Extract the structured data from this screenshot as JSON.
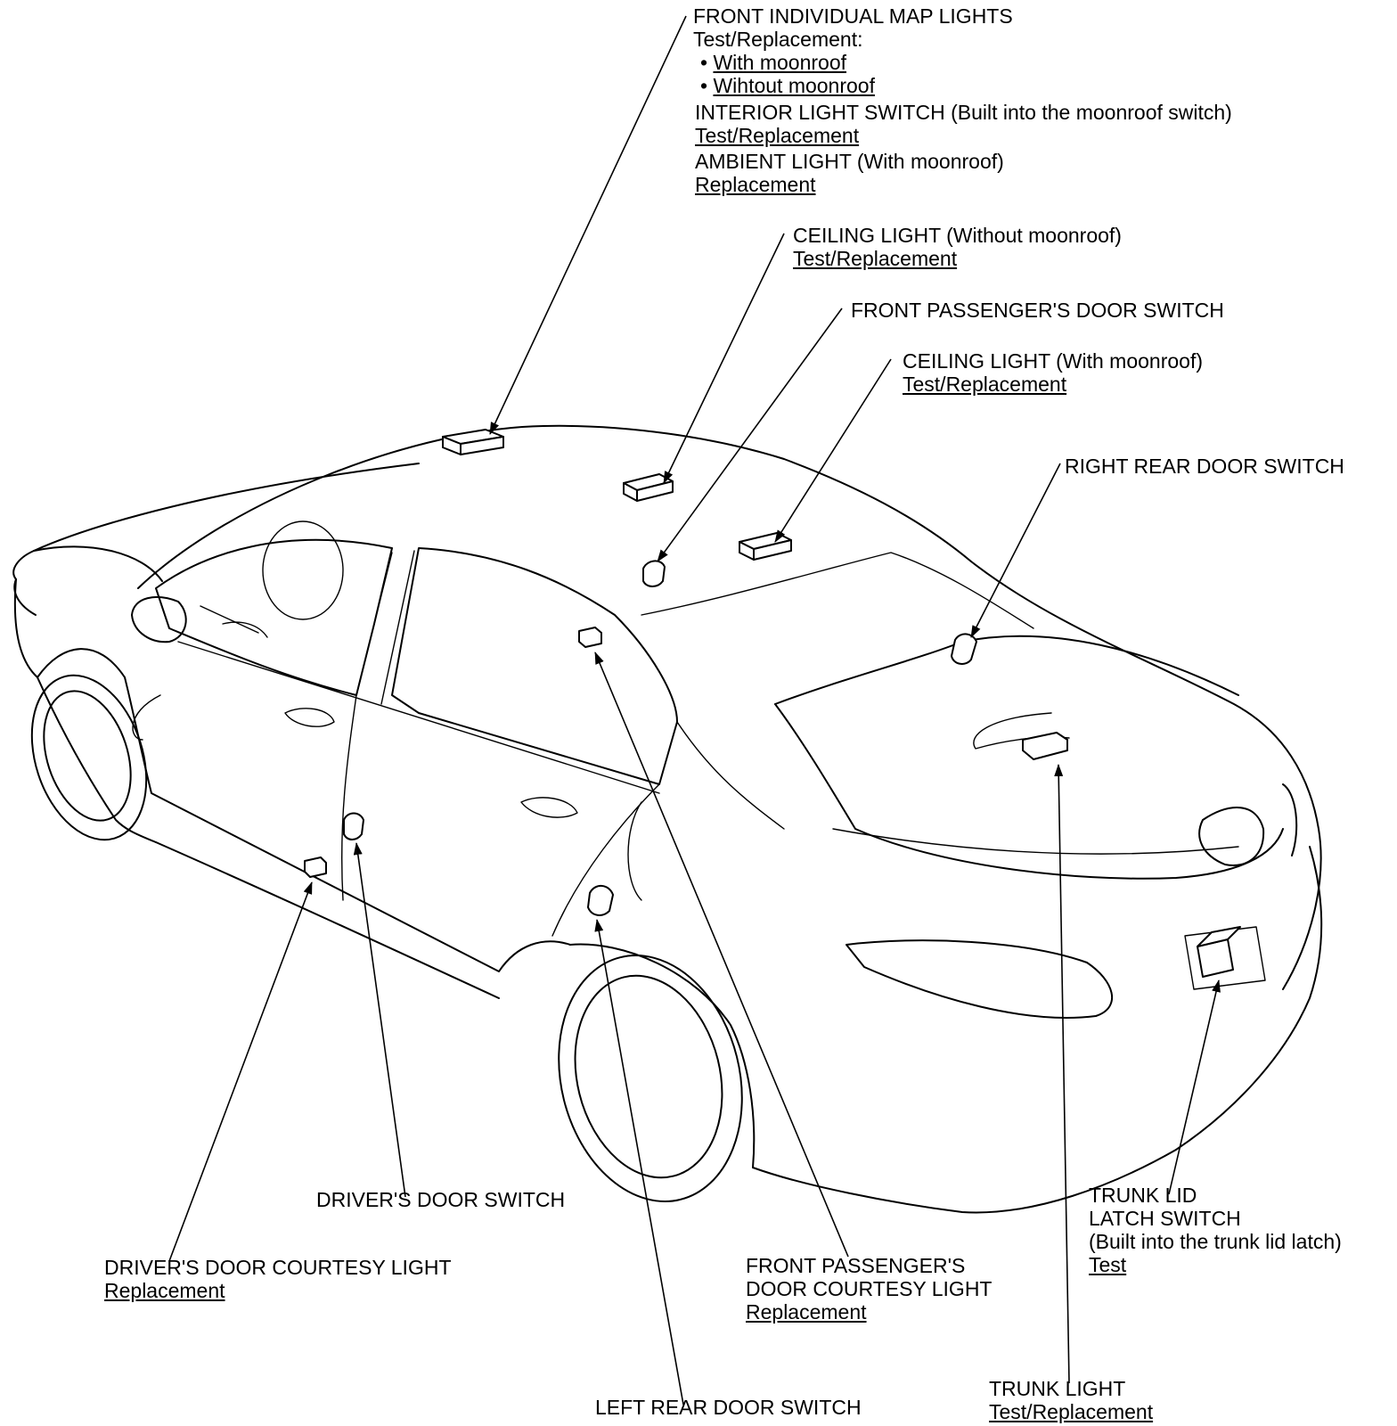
{
  "labels": {
    "front_map_lights": {
      "title": "FRONT INDIVIDUAL MAP LIGHTS",
      "sub": "Test/Replacement:",
      "with_moonroof": "With moonroof",
      "without_moonroof": "Wihtout moonroof",
      "bullet": "•"
    },
    "interior_light_switch": {
      "title": "INTERIOR LIGHT SWITCH (Built into the moonroof switch)",
      "link": "Test/Replacement"
    },
    "ambient_light": {
      "title": "AMBIENT LIGHT (With moonroof)",
      "link": "Replacement"
    },
    "ceiling_light_without": {
      "title": "CEILING LIGHT (Without moonroof)",
      "link": "Test/Replacement"
    },
    "front_passenger_door_switch": {
      "title": "FRONT PASSENGER'S DOOR SWITCH"
    },
    "ceiling_light_with": {
      "title": "CEILING LIGHT (With moonroof)",
      "link": "Test/Replacement"
    },
    "right_rear_door_switch": {
      "title": "RIGHT REAR DOOR SWITCH"
    },
    "drivers_door_switch": {
      "title": "DRIVER'S DOOR SWITCH"
    },
    "drivers_door_courtesy_light": {
      "title": "DRIVER'S DOOR COURTESY LIGHT",
      "link": "Replacement"
    },
    "front_passenger_courtesy_light": {
      "line1": "FRONT PASSENGER'S",
      "line2": "DOOR COURTESY LIGHT",
      "link": "Replacement"
    },
    "trunk_lid_latch_switch": {
      "line1": "TRUNK LID",
      "line2": "LATCH SWITCH",
      "line3": "(Built into the trunk lid latch)",
      "link": "Test"
    },
    "left_rear_door_switch": {
      "title": "LEFT REAR DOOR SWITCH"
    },
    "trunk_light": {
      "title": "TRUNK LIGHT",
      "link": "Test/Replacement"
    }
  }
}
